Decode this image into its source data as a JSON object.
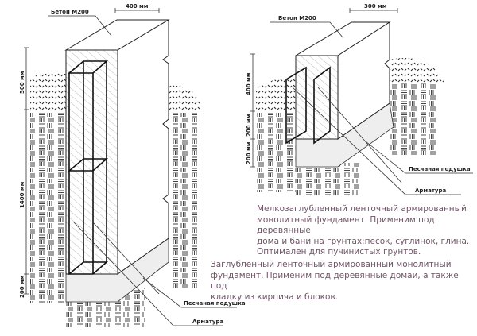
{
  "left_diagram": {
    "concrete_label": "Бетон М200",
    "width_label": "400 мм",
    "dim_top": "500 мм",
    "dim_middle": "1400 мм",
    "dim_bottom": "200 мм",
    "sand_label": "Песчаная подушка",
    "rebar_label": "Арматура"
  },
  "right_diagram": {
    "concrete_label": "Бетон М200",
    "width_label": "300 мм",
    "dim_top": "400 мм",
    "dim_middle": "200 мм",
    "dim_bottom": "200 мм",
    "sand_label": "Песчаная подушка",
    "rebar_label": "Арматура"
  },
  "descriptions": {
    "shallow": [
      "Мелкозаглубленный ленточный армированный",
      "монолитный фундамент. Применим под деревянные",
      "дома и бани на грунтах:песок, суглинок, глина.",
      "Оптимален для пучинистых грунтов."
    ],
    "deep": [
      "Заглубленный ленточный армированный монолитный",
      "фундамент. Применим под деревянные домаи, а также под",
      "кладку из кирпича и блоков."
    ]
  },
  "colors": {
    "text": "#6e5566",
    "lines": "#222222"
  }
}
